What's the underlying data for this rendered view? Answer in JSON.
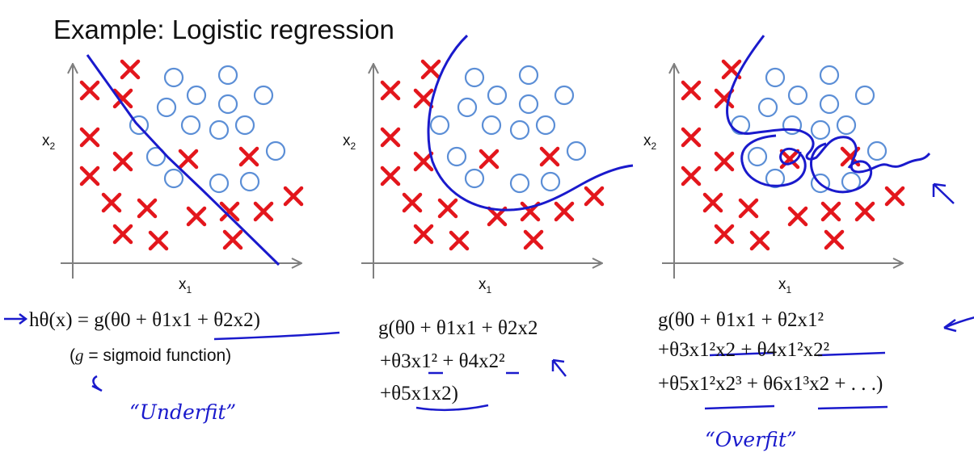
{
  "title": "Example: Logistic regression",
  "colors": {
    "cross": "#e3161c",
    "circle": "#5b8ed6",
    "boundary": "#1a1acc",
    "axis": "#7f7f7f"
  },
  "plots": [
    {
      "ylabel": "x",
      "ylabel_sub": "2",
      "xlabel": "x",
      "xlabel_sub": "1"
    },
    {
      "ylabel": "x",
      "ylabel_sub": "2",
      "xlabel": "x",
      "xlabel_sub": "1"
    },
    {
      "ylabel": "x",
      "ylabel_sub": "2",
      "xlabel": "x",
      "xlabel_sub": "1"
    }
  ],
  "formulas": {
    "left_line1": "hθ(x) = g(θ0 + θ1x1 + θ2x2)",
    "left_note_open": "(",
    "left_note_g": "g",
    "left_note_rest": " = sigmoid function)",
    "mid_line1": "g(θ0 + θ1x1 + θ2x2",
    "mid_line2": "+θ3x1² + θ4x2²",
    "mid_line3": "+θ5x1x2)",
    "right_line1": "g(θ0 + θ1x1 + θ2x1²",
    "right_line2": "+θ3x1²x2 + θ4x1²x2²",
    "right_line3": "+θ5x1²x2³ + θ6x1³x2 + . . .)"
  },
  "annotations": {
    "underfit": "“Underfit”",
    "overfit": "“Overfit”"
  }
}
